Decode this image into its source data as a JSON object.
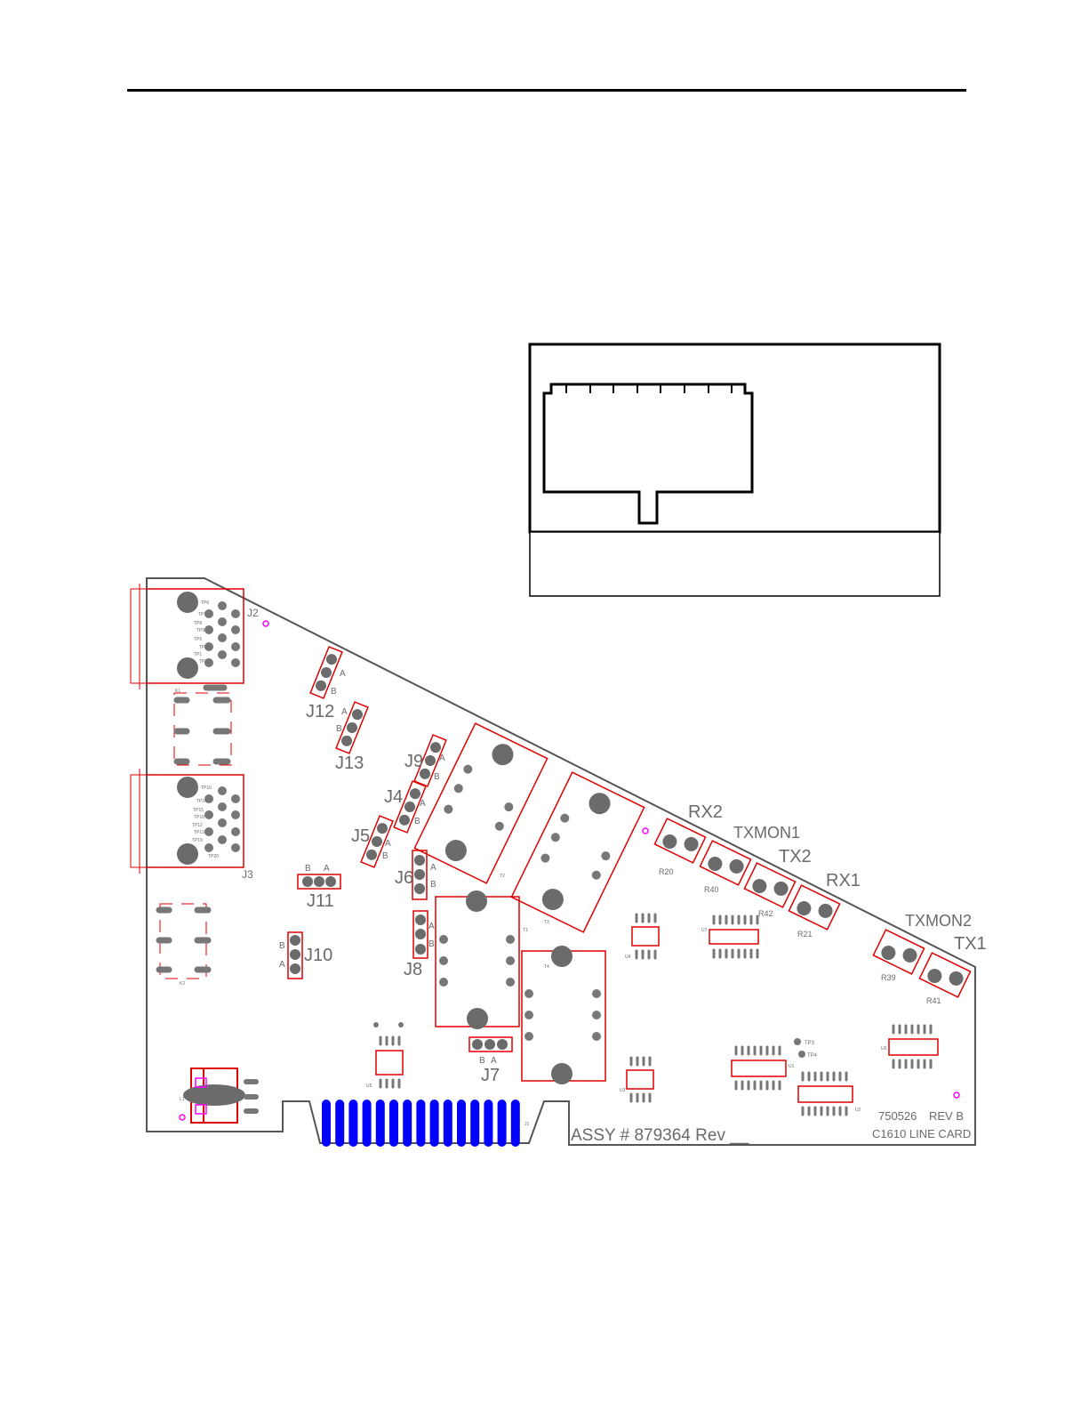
{
  "board": {
    "assembly_text": "ASSY # 879364 Rev __",
    "part_number": "750526",
    "revision": "REV B",
    "card_name": "C1610 LINE CARD"
  },
  "connectors": {
    "j2": "J2",
    "j3": "J3",
    "edge": "J1"
  },
  "jumpers": [
    {
      "ref": "J12",
      "a": "A",
      "b": "B"
    },
    {
      "ref": "J13",
      "a": "A",
      "b": "B"
    },
    {
      "ref": "J9",
      "a": "A",
      "b": "B"
    },
    {
      "ref": "J4",
      "a": "A",
      "b": "B"
    },
    {
      "ref": "J5",
      "a": "A",
      "b": "B"
    },
    {
      "ref": "J6",
      "a": "A",
      "b": "B"
    },
    {
      "ref": "J11",
      "a": "A",
      "b": "B"
    },
    {
      "ref": "J10",
      "a": "A",
      "b": "B"
    },
    {
      "ref": "J8",
      "a": "A",
      "b": "B"
    },
    {
      "ref": "J7",
      "a": "A",
      "b": "B"
    }
  ],
  "test_jacks": [
    {
      "label": "RX2",
      "resistor": "R20"
    },
    {
      "label": "TXMON1",
      "resistor": "R40"
    },
    {
      "label": "TX2",
      "resistor": "R42"
    },
    {
      "label": "RX1",
      "resistor": "R21"
    },
    {
      "label": "TXMON2",
      "resistor": "R39"
    },
    {
      "label": "TX1",
      "resistor": "R41"
    }
  ],
  "transformers": [
    "T1",
    "T2",
    "T3",
    "T4"
  ],
  "ics": [
    "U1",
    "U2",
    "U3",
    "U4",
    "U5",
    "U6",
    "U7"
  ],
  "relays": [
    "K1",
    "K2"
  ],
  "test_points": [
    "TP3",
    "TP4"
  ],
  "j2_test_points": [
    "TP6",
    "TP7",
    "TP8",
    "TP9",
    "TP5",
    "TP10",
    "TP11",
    "TP1"
  ],
  "j3_test_points": [
    "TP16",
    "TP14",
    "TP15",
    "TP18",
    "TP12",
    "TP13",
    "TP19",
    "TP20"
  ],
  "inductor": "L1",
  "colors": {
    "silkscreen": "#555555",
    "outline_red": "#e00000",
    "edge_fingers": "#0000ff",
    "fiducial": "#ff00ff"
  }
}
